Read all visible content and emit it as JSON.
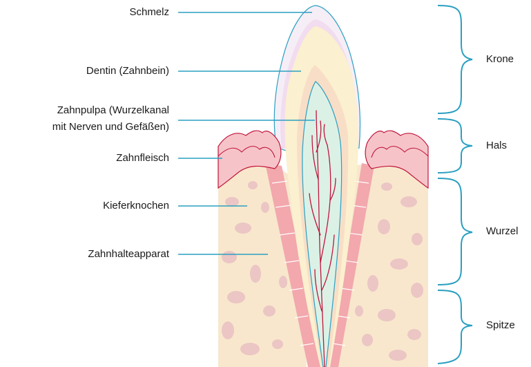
{
  "labels": {
    "schmelz": "Schmelz",
    "dentin": "Dentin (Zahnbein)",
    "pulpa_line1": "Zahnpulpa (Wurzelkanal",
    "pulpa_line2": "mit Nerven und Gefäßen)",
    "zahnfleisch": "Zahnfleisch",
    "kieferknochen": "Kieferknochen",
    "zahnhalteapparat": "Zahnhalteapparat"
  },
  "regions": {
    "krone": "Krone",
    "hals": "Hals",
    "wurzel": "Wurzel",
    "spitze": "Spitze"
  },
  "colors": {
    "leader_line": "#2a9fc1",
    "bracket": "#2a9fc1",
    "enamel_outline": "#2a9fc1",
    "enamel_fill": "#f6eef7",
    "dentin": "#fbf0cf",
    "dentin_inner": "#f7d9c4",
    "pulp": "#dcf1e6",
    "nerves": "#c0143c",
    "gum": "#f6c4c8",
    "gum_outline": "#c0143c",
    "ligament": "#f2a8ad",
    "bone": "#f8e7cc",
    "bone_cavity": "#ebc6c4"
  }
}
